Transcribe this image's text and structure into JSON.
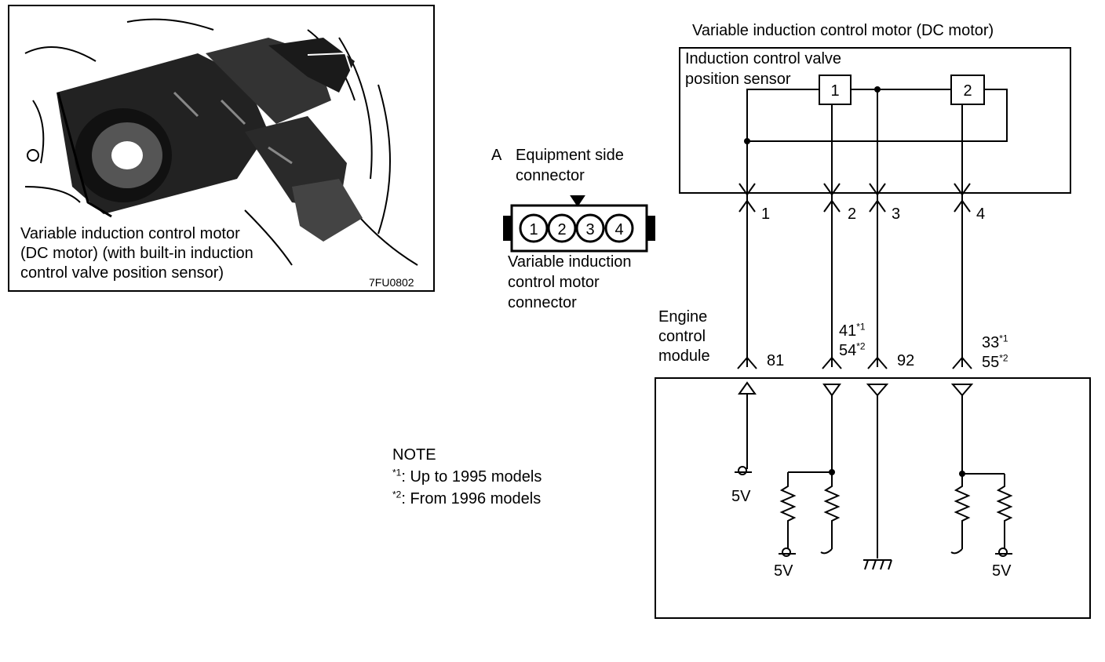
{
  "photo": {
    "caption_lines": [
      "Variable induction control motor",
      "(DC motor) (with built-in induction",
      "control valve position sensor)"
    ],
    "code": "7FU0802"
  },
  "connector": {
    "label_a": "A",
    "label_side": "Equipment side",
    "label_connector": "connector",
    "pins": [
      "1",
      "2",
      "3",
      "4"
    ],
    "name_lines": [
      "Variable induction",
      "control motor",
      "connector"
    ]
  },
  "motor": {
    "title": "Variable induction control motor (DC motor)",
    "sensor_label_lines": [
      "Induction control valve",
      "position sensor"
    ],
    "internal_pins": [
      "1",
      "2"
    ],
    "wire_numbers": [
      "1",
      "2",
      "3",
      "4"
    ]
  },
  "ecm": {
    "label_lines": [
      "Engine",
      "control",
      "module"
    ],
    "term_81": "81",
    "term_41": "41",
    "term_54": "54",
    "term_92": "92",
    "term_33": "33",
    "term_55": "55",
    "sup1": "*1",
    "sup2": "*2",
    "supply_labels": [
      "5V",
      "5V",
      "5V"
    ]
  },
  "note": {
    "title": "NOTE",
    "sup1": "*1",
    "sup2": "*2",
    "line1": ": Up to 1995 models",
    "line2": ": From 1996 models"
  }
}
